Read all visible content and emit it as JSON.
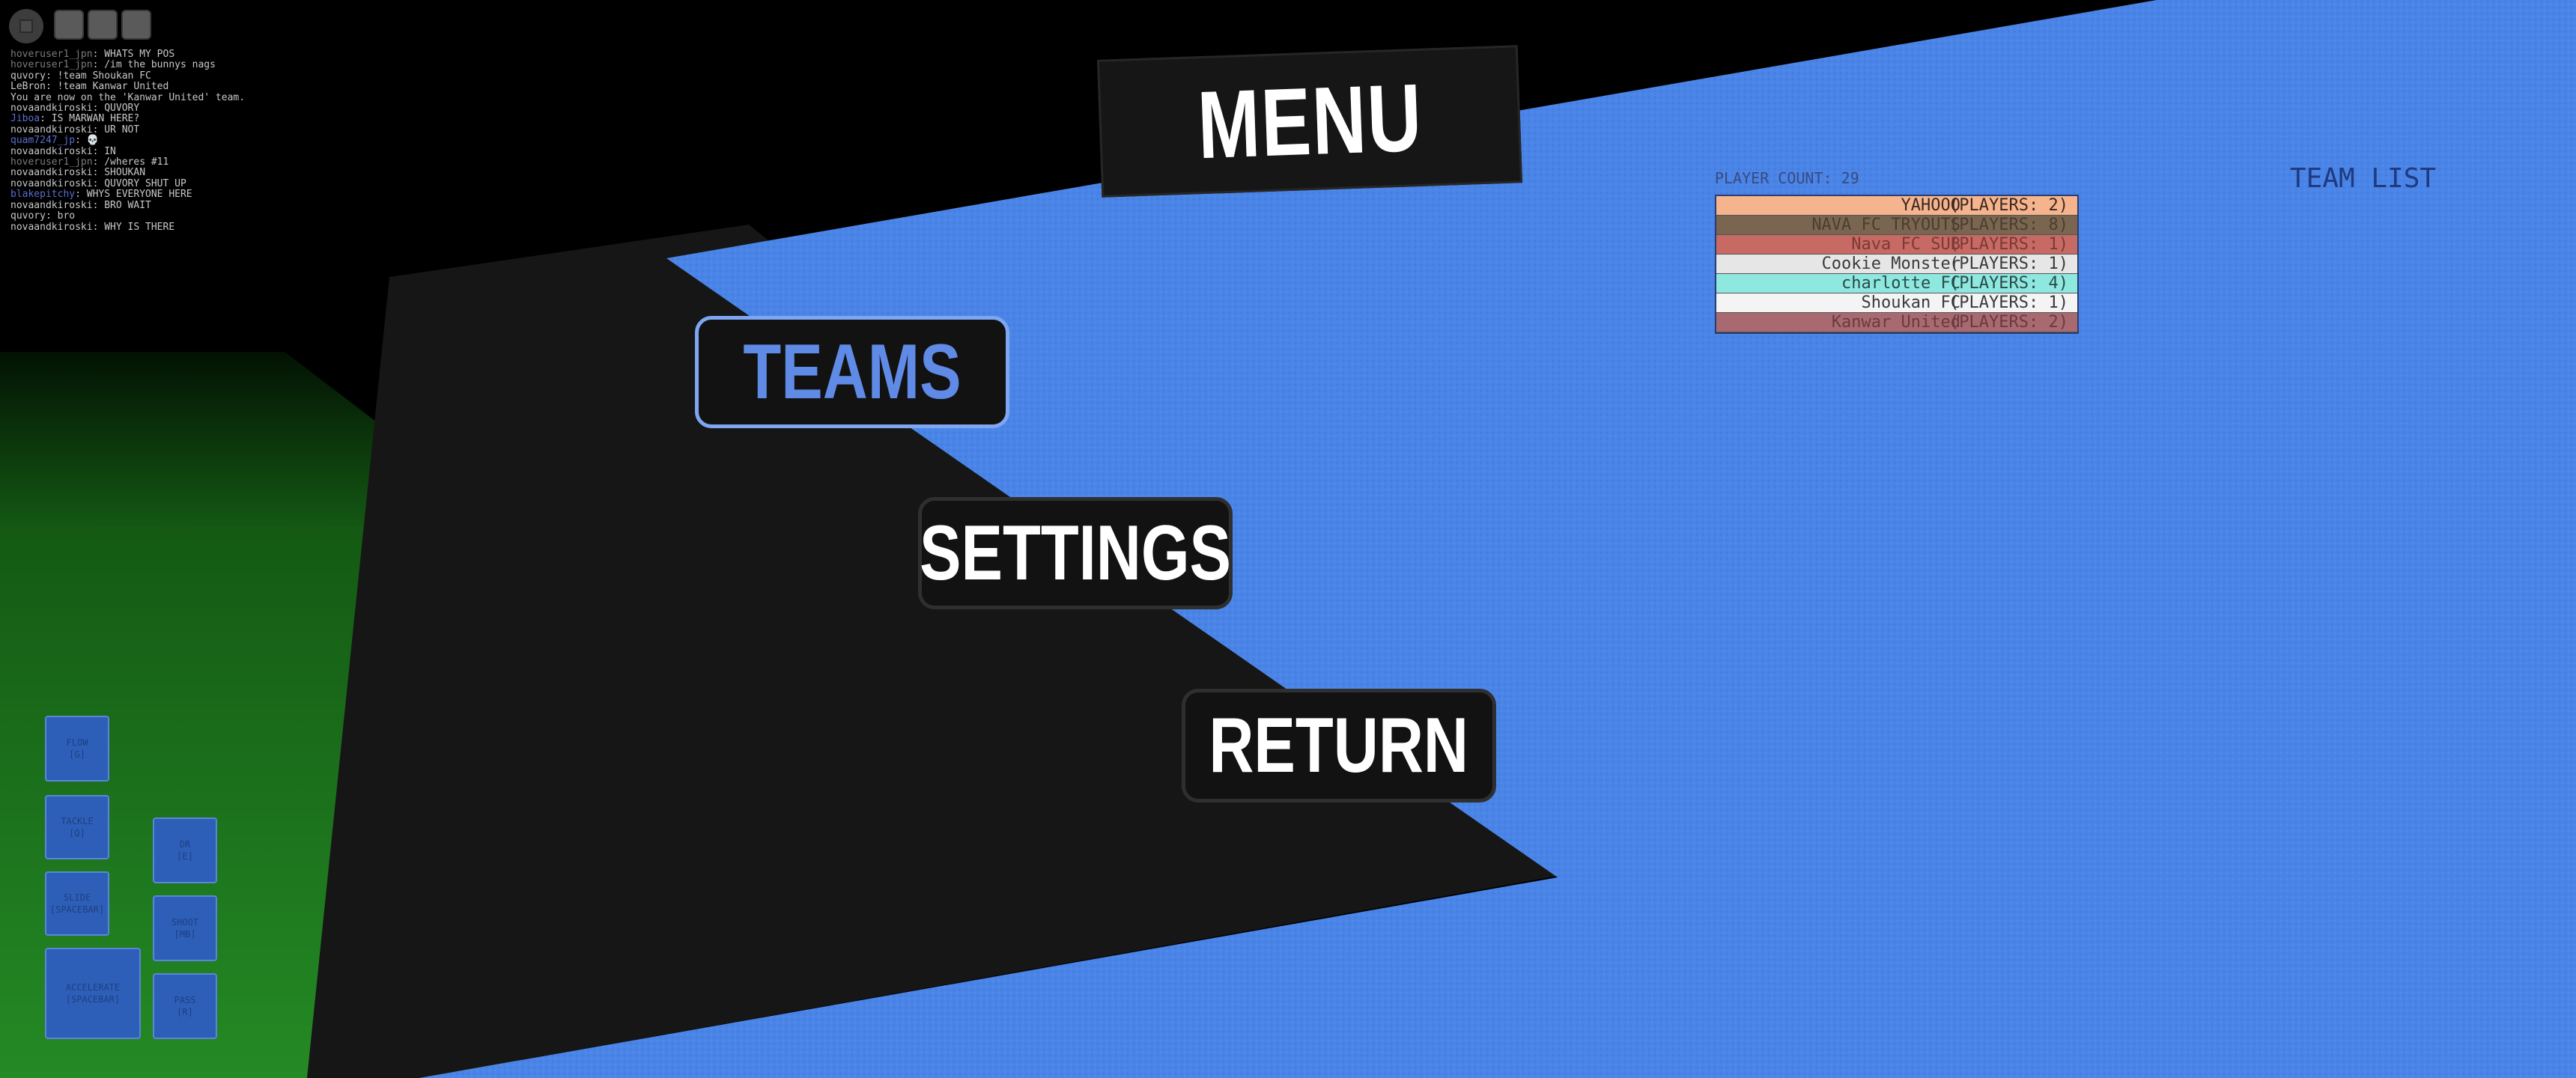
{
  "menu": {
    "title": "MENU",
    "teams_label": "TEAMS",
    "settings_label": "SETTINGS",
    "return_label": "RETURN"
  },
  "chat": [
    {
      "name": "hoveruser1_jpn",
      "text": "WHATS MY POS",
      "style": "dim"
    },
    {
      "name": "hoveruser1_jpn",
      "text": "/im the bunnys nags",
      "style": "dim"
    },
    {
      "name": "quvory",
      "text": "!team Shoukan FC",
      "style": "normal"
    },
    {
      "name": "LeBron",
      "text": "!team Kanwar United",
      "style": "normal"
    },
    {
      "name": "",
      "text": "You are now on the 'Kanwar United' team.",
      "style": "system"
    },
    {
      "name": "novaandkiroski",
      "text": "QUVORY",
      "style": "normal"
    },
    {
      "name": "Jiboa",
      "text": "IS MARWAN HERE?",
      "style": "blue"
    },
    {
      "name": "novaandkiroski",
      "text": "UR NOT",
      "style": "normal"
    },
    {
      "name": "quam7247_jp",
      "text": "💀",
      "style": "blue"
    },
    {
      "name": "novaandkiroski",
      "text": "IN",
      "style": "normal"
    },
    {
      "name": "hoveruser1_jpn",
      "text": "/wheres #11",
      "style": "dim"
    },
    {
      "name": "novaandkiroski",
      "text": "SHOUKAN",
      "style": "normal"
    },
    {
      "name": "novaandkiroski",
      "text": "QUVORY SHUT UP",
      "style": "normal"
    },
    {
      "name": "blakepitchy",
      "text": "WHYS EVERYONE HERE",
      "style": "blue"
    },
    {
      "name": "novaandkiroski",
      "text": "BRO WAIT",
      "style": "normal"
    },
    {
      "name": "quvory",
      "text": "bro",
      "style": "normal"
    },
    {
      "name": "novaandkiroski",
      "text": "WHY IS THERE",
      "style": "normal"
    }
  ],
  "team_panel": {
    "player_count": "PLAYER COUNT: 29",
    "title": "TEAM LIST",
    "teams": [
      {
        "name": "YAHOOO",
        "count": "(PLAYERS: 2)",
        "bg": "#f6b48e",
        "fg": "#3a2a22"
      },
      {
        "name": "NAVA FC TRYOUTS",
        "count": "(PLAYERS: 8)",
        "bg": "#7a6650",
        "fg": "#4a3e30"
      },
      {
        "name": "Nava FC SUB",
        "count": "(PLAYERS: 1)",
        "bg": "#c86a64",
        "fg": "#7a3a36"
      },
      {
        "name": "Cookie Monster",
        "count": "(PLAYERS: 1)",
        "bg": "#e6e6e6",
        "fg": "#3a3a3a"
      },
      {
        "name": "charlotte FC",
        "count": "(PLAYERS: 4)",
        "bg": "#8ee8e0",
        "fg": "#2a4a48"
      },
      {
        "name": "Shoukan FC",
        "count": "(PLAYERS: 1)",
        "bg": "#f4f4f4",
        "fg": "#3a3a3a"
      },
      {
        "name": "Kanwar United",
        "count": "(PLAYERS: 2)",
        "bg": "#a86a70",
        "fg": "#6a3a40"
      }
    ]
  },
  "keybinds": [
    {
      "id": "flow",
      "label": "FLOW",
      "key": "[G]"
    },
    {
      "id": "tackle",
      "label": "TACKLE",
      "key": "[Q]"
    },
    {
      "id": "slide",
      "label": "SLIDE",
      "key": "[SPACEBAR]"
    },
    {
      "id": "accelerate",
      "label": "ACCELERATE",
      "key": "[SPACEBAR]"
    },
    {
      "id": "dribble",
      "label": "DR",
      "key": "[E]"
    },
    {
      "id": "shoot",
      "label": "SHOOT",
      "key": "[MB]"
    },
    {
      "id": "pass",
      "label": "PASS",
      "key": "[R]"
    }
  ],
  "colors": {
    "field_blue": "#4a84e6",
    "grass_green": "#1f7a1f",
    "menu_dark": "#161616",
    "teams_accent": "#5f8be6"
  }
}
